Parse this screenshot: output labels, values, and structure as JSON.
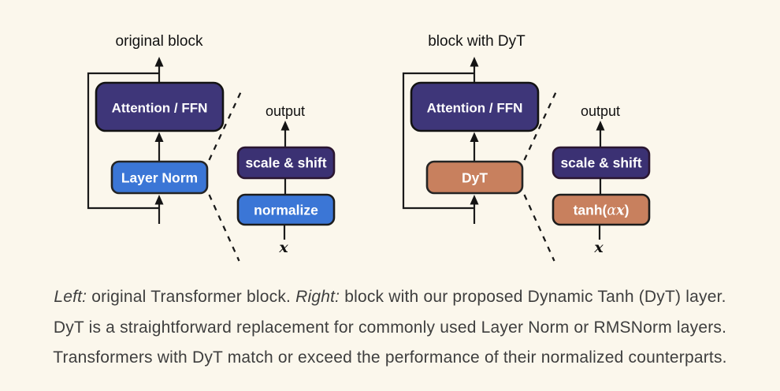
{
  "colors": {
    "background": "#FBF7EC",
    "indigo": "#3E3679",
    "scale_purple": "#3B3173",
    "blue": "#3B76D6",
    "orange": "#C8805E"
  },
  "left_diagram": {
    "title": "original block",
    "attention_label": "Attention / FFN",
    "norm_label": "Layer Norm",
    "detail": {
      "output_label": "output",
      "scale_shift_label": "scale & shift",
      "op_label": "normalize",
      "input_label": "x"
    }
  },
  "right_diagram": {
    "title": "block with DyT",
    "attention_label": "Attention / FFN",
    "norm_label": "DyT",
    "detail": {
      "output_label": "output",
      "scale_shift_label": "scale & shift",
      "op_prefix": "tanh(",
      "op_alpha": "α",
      "op_x": "x",
      "op_suffix": ")",
      "input_label": "x"
    }
  },
  "caption": {
    "l1_left_label": "Left:",
    "l1_text_a": " original Transformer block. ",
    "l1_right_label": "Right:",
    "l1_text_b": " block with our proposed Dynamic Tanh (DyT) layer.",
    "line2": "DyT is a straightforward replacement for commonly used Layer Norm or RMSNorm layers.",
    "line3": "Transformers with DyT match or exceed the performance of their normalized counterparts."
  }
}
